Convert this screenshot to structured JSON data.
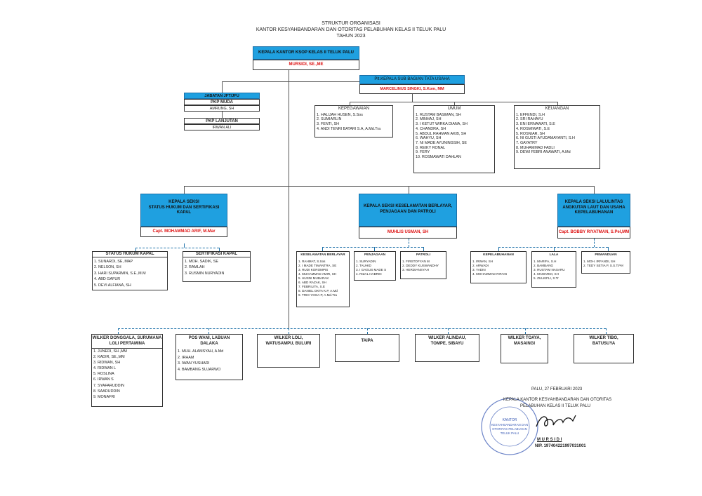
{
  "header": {
    "line1": "STRUKTUR ORGANISASI",
    "line2": "KANTOR KESYAHBANDARAN DAN OTORITAS PELABUHAN KELAS II TELUK PALU",
    "line3": "TAHUN 2023"
  },
  "head": {
    "title": "KEPALA KANTOR KSOP KELAS II TELUK PALU",
    "name": "MURSIDI, SE.,ME"
  },
  "tata_usaha": {
    "title": "Plt.KEPALA SUB BAGIAN TATA USAHA",
    "name": "MARCELINUS SINGKI, S.Kom, MM"
  },
  "jabatan": {
    "title": "JABATAN JFT/JFU",
    "pkp_muda": "PKP MUDA",
    "pkp_muda_name": "AMRUNG, SH",
    "pkp_lanjutan": "PKP LANJUTAN",
    "pkp_lanjutan_name": "IRWAN ALI"
  },
  "kepegawaian": {
    "title": "KEPEGAWAIAN",
    "items": [
      "1.  HALIJAH HUSEN, S.Sos",
      "2.  SUMIARLIN",
      "3.  FENTI, SH",
      "4.  ANDI TENRI BATARI S.A, A.Md.Tra"
    ]
  },
  "umum": {
    "title": "UMUM",
    "items": [
      "1.   RUSTAM BASIMAN, SH",
      "2.   MINHAJ, SH",
      "3.   I KETUT WIRKA DIANA, SH",
      "4.   CHANDRA, SH",
      "5.   ABDUL RAHMAN AKIB, SH",
      "6.   WAHYU, SH",
      "7.   NI MADE AYUNINGSIH, SE",
      "8.   REIKY RONAL",
      "9.   FERY",
      "10. ROSMAWATI DAHLAN"
    ]
  },
  "keuangan": {
    "title": "KEUANGAN",
    "items": [
      "1.   EFFENDI, S.H",
      "2.   SRI RAHAYU",
      "3.   ENI ERNAWATI, S.E",
      "4.   ROSMIWATI, S.E",
      "5.   ROSNIAR, SH",
      "6.   NI GUSTI AYUDAMAYANTI, S.H",
      "7.   GAYATRY",
      "8.   MUHAMMAD FADLI",
      "9.   DEWI FEBRI ANAWATI, A.Md"
    ]
  },
  "seksi_status": {
    "title": "KEPALA SEKSI\nSTATUS HUKUM DAN SERTIFIKASI\nKAPAL",
    "name": "Capt. MOHAMMAD ARIF, M.Mar"
  },
  "seksi_keselamatan": {
    "title": "KEPALA SEKSI KESELAMATAN BERLAYAR,\nPENJAGAAN DAN PATROLI",
    "name": "MUHLIS USMAN, SH"
  },
  "seksi_lalulintas": {
    "title": "KEPALA SEKSI LALULINTAS\nANGKUTAN LAUT DAN USAHA\nKEPELABUHANAN",
    "name": "Capt. BOBBY RIYATMAN, S.Pel,MM"
  },
  "status_hukum_kapal": {
    "title": "STATUS HUKUM KAPAL",
    "items": [
      "1.  SUNARDI, SE, MAP",
      "2.  NELSON, SH",
      "3.  HARI SUPARMIN, S.E.,M.M",
      "4.  ABD GAFUR",
      "5.  DEVI ALFIANA, SH"
    ]
  },
  "sertifikasi_kapal": {
    "title": "SERTIFIKASI KAPAL",
    "items": [
      "1.  MOH. SADIK, SE",
      "2.  RAMLAH",
      "3.  RUSMIN NURYADIN"
    ]
  },
  "keselamatan_berlayar": {
    "title": "KESELAMATAN BERLAYAR",
    "items": [
      "1.  RAHMAT, S.Sos",
      "2.  I MADE TIMANTRA, SE",
      "3.  RUDI KOROMPIS",
      "4.  MUHAMMAD AMIR, SH",
      "5.  HUSNI MUBARAK",
      "6.  ABD RAZAK, SH",
      "7.  FEBRILITA, S.E",
      "8.  DANIEL OKTA K.P, A.Md",
      "9.  TRIO YOGA P, A.Md.Tra"
    ]
  },
  "penjagaan": {
    "title": "PENJAGAAN",
    "items": [
      "1.  SURYADIN",
      "2.  TAUHID",
      "3.  I GAGUS MADE S",
      "4.  RIZAL HABRIN"
    ]
  },
  "patroli": {
    "title": "PATROLI",
    "items": [
      "1.  FIRSTOFYAN M",
      "2.  DEDDY KUSWANDHY",
      "3.  HERDIANSYAH"
    ]
  },
  "kepelabuhanan": {
    "title": "KEPELABUHANAN",
    "items": [
      "1.  IRWAN, SH",
      "2.  ARWADI",
      "3.  YADIN",
      "4.  MOHAMMAD RIFAIN"
    ]
  },
  "lala": {
    "title": "LALA",
    "items": [
      "1.  MARIFA, S.H",
      "2.  BAMBANG",
      "3.  RUSTAM NASARU",
      "4.  MAWARDI, SH",
      "5.  ZULKIFLI, S.Tr"
    ]
  },
  "pemanduan": {
    "title": "PEMANDUAN",
    "items": [
      "1.  MOH. IRFANDI, SH",
      "2.  TEDY SETIA P, S.S.T.Pel"
    ]
  },
  "wilker": [
    {
      "title": "WILKER DONGGALA, SURUMANA\nLOLI PERTAMINA",
      "items": [
        "1. JUNEDI, SH.,MM",
        "2. KADIR, SE.,MM",
        "3. RIDWAN, SH",
        "4. RIDWAN L",
        "5. ROSLINA",
        "6. IRWAN S",
        "7. SYAFARUDDIN",
        "8. SAADUDDIN",
        "9. MONAFRI"
      ]
    },
    {
      "title": "POS WANI,  LABUAN\nDALAKA",
      "items": [
        "1.  MUH. ALAMSYAH, A.Md",
        "2.  IRHAM",
        "3.  IWAN YUSHARI",
        "4.  BAMBANG SUJARWO"
      ]
    },
    {
      "title": "WILKER  LOLI,\nWATUSAMPU, BULURI",
      "items": []
    },
    {
      "title": "TAIPA",
      "items": []
    },
    {
      "title": "WILKER  ALINDAU,\nTOMPE, SIBAYU",
      "items": []
    },
    {
      "title": "WILKER  TOAYA,\nMASAINGI",
      "items": []
    },
    {
      "title": "WILKER  TIBO,\nBATUSUYA",
      "items": []
    }
  ],
  "signature": {
    "place_date": "PALU,  27 FEBRUARI 2023",
    "position_line1": "KEPALA KANTOR KESYAHBANDARAN DAN OTORITAS",
    "position_line2": "PELABUHAN KELAS II TELUK PALU",
    "name": "M U R S I D I",
    "nip": "NIP. 197404221997031001"
  }
}
